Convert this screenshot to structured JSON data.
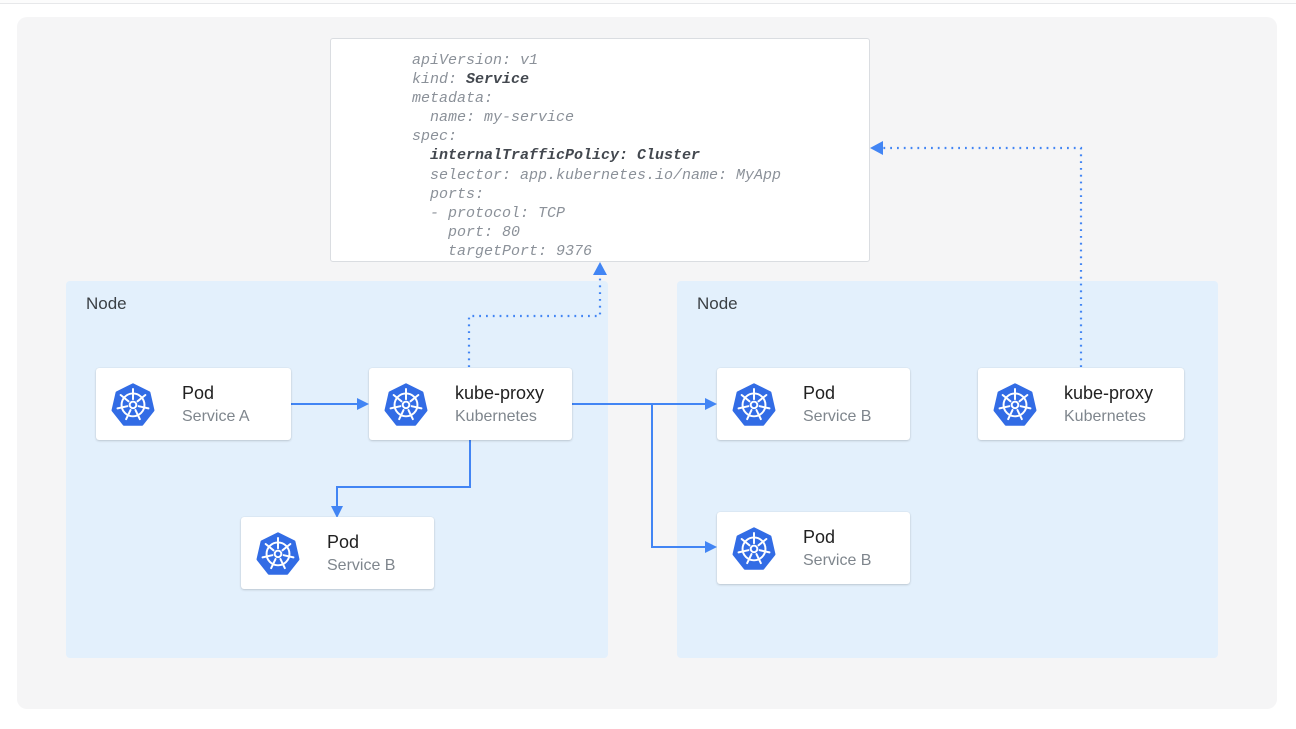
{
  "diagram": {
    "title_hint": "kubernetes-service-internal-traffic-policy",
    "yaml_manifest": {
      "lines": [
        [
          {
            "text": "apiVersion: v1",
            "bold": false
          }
        ],
        [
          {
            "text": "kind: ",
            "bold": false
          },
          {
            "text": "Service",
            "bold": true
          }
        ],
        [
          {
            "text": "metadata:",
            "bold": false
          }
        ],
        [
          {
            "text": "  name: my-service",
            "bold": false
          }
        ],
        [
          {
            "text": "spec:",
            "bold": false
          }
        ],
        [
          {
            "text": "  ",
            "bold": false
          },
          {
            "text": "internalTrafficPolicy: Cluster",
            "bold": true
          }
        ],
        [
          {
            "text": "  selector: app.kubernetes.io/name: MyApp",
            "bold": false
          }
        ],
        [
          {
            "text": "  ports:",
            "bold": false
          }
        ],
        [
          {
            "text": "  - protocol: TCP",
            "bold": false
          }
        ],
        [
          {
            "text": "    port: 80",
            "bold": false
          }
        ],
        [
          {
            "text": "    targetPort: 9376",
            "bold": false
          }
        ]
      ]
    },
    "nodes": {
      "left": {
        "label": "Node"
      },
      "right": {
        "label": "Node"
      }
    },
    "cards": {
      "pod_a": {
        "title": "Pod",
        "subtitle": "Service A",
        "icon": "kubernetes-icon"
      },
      "kube_proxy_left": {
        "title": "kube-proxy",
        "subtitle": "Kubernetes",
        "icon": "kubernetes-icon"
      },
      "pod_b_left": {
        "title": "Pod",
        "subtitle": "Service B",
        "icon": "kubernetes-icon"
      },
      "pod_b_right_top": {
        "title": "Pod",
        "subtitle": "Service B",
        "icon": "kubernetes-icon"
      },
      "pod_b_right_bottom": {
        "title": "Pod",
        "subtitle": "Service B",
        "icon": "kubernetes-icon"
      },
      "kube_proxy_right": {
        "title": "kube-proxy",
        "subtitle": "Kubernetes",
        "icon": "kubernetes-icon"
      }
    },
    "colors": {
      "kubernetes_blue": "#326ce5",
      "arrow_blue": "#4285f4",
      "node_background": "#e3f0fc",
      "canvas_background": "#f5f5f6",
      "card_background": "#ffffff",
      "code_text": "#8b9199",
      "code_bold_text": "#43484f"
    }
  }
}
